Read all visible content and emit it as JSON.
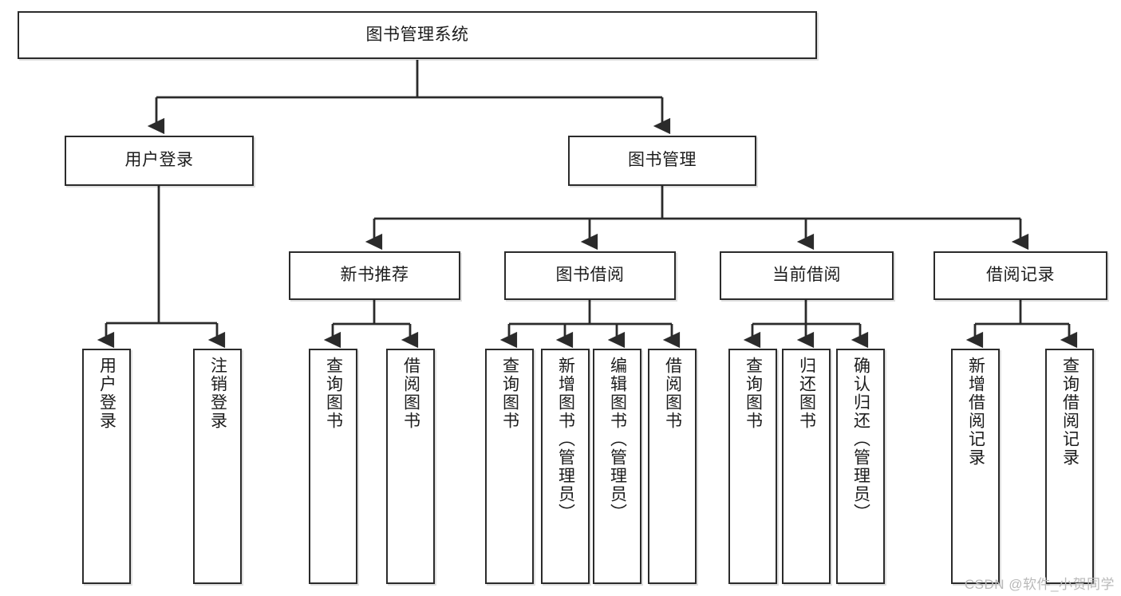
{
  "diagram": {
    "title": "图书管理系统",
    "type": "tree-hierarchy",
    "watermark": "CSDN @软件_小贺同学",
    "colors": {
      "box_border": "#2b2b2b",
      "box_fill": "#ffffff",
      "connector": "#2b2b2b",
      "text": "#1c1c1c",
      "watermark": "#b9b9b9"
    },
    "nodes": {
      "root": {
        "label": "图书管理系统",
        "orientation": "horizontal"
      },
      "level2": [
        {
          "id": "user-login",
          "label": "用户登录",
          "orientation": "horizontal"
        },
        {
          "id": "book-manage",
          "label": "图书管理",
          "orientation": "horizontal"
        }
      ],
      "level3": [
        {
          "id": "new-book-rec",
          "label": "新书推荐",
          "orientation": "horizontal"
        },
        {
          "id": "book-borrow",
          "label": "图书借阅",
          "orientation": "horizontal"
        },
        {
          "id": "current-borrow",
          "label": "当前借阅",
          "orientation": "horizontal"
        },
        {
          "id": "borrow-record",
          "label": "借阅记录",
          "orientation": "horizontal"
        }
      ],
      "leaves": [
        {
          "id": "leaf-user-login",
          "label": "用户登录",
          "parent": "user-login",
          "orientation": "vertical"
        },
        {
          "id": "leaf-logout",
          "label": "注销登录",
          "parent": "user-login",
          "orientation": "vertical"
        },
        {
          "id": "leaf-query-book-1",
          "label": "查询图书",
          "parent": "new-book-rec",
          "orientation": "vertical"
        },
        {
          "id": "leaf-borrow-book-1",
          "label": "借阅图书",
          "parent": "new-book-rec",
          "orientation": "vertical"
        },
        {
          "id": "leaf-query-book-2",
          "label": "查询图书",
          "parent": "book-borrow",
          "orientation": "vertical"
        },
        {
          "id": "leaf-add-book",
          "label": "新增图书（管理员）",
          "parent": "book-borrow",
          "orientation": "vertical"
        },
        {
          "id": "leaf-edit-book",
          "label": "编辑图书（管理员）",
          "parent": "book-borrow",
          "orientation": "vertical"
        },
        {
          "id": "leaf-borrow-book-2",
          "label": "借阅图书",
          "parent": "book-borrow",
          "orientation": "vertical"
        },
        {
          "id": "leaf-query-book-3",
          "label": "查询图书",
          "parent": "current-borrow",
          "orientation": "vertical"
        },
        {
          "id": "leaf-return-book",
          "label": "归还图书",
          "parent": "current-borrow",
          "orientation": "vertical"
        },
        {
          "id": "leaf-confirm-return",
          "label": "确认归还（管理员）",
          "parent": "current-borrow",
          "orientation": "vertical"
        },
        {
          "id": "leaf-add-record",
          "label": "新增借阅记录",
          "parent": "borrow-record",
          "orientation": "vertical"
        },
        {
          "id": "leaf-query-record",
          "label": "查询借阅记录",
          "parent": "borrow-record",
          "orientation": "vertical"
        }
      ]
    }
  }
}
